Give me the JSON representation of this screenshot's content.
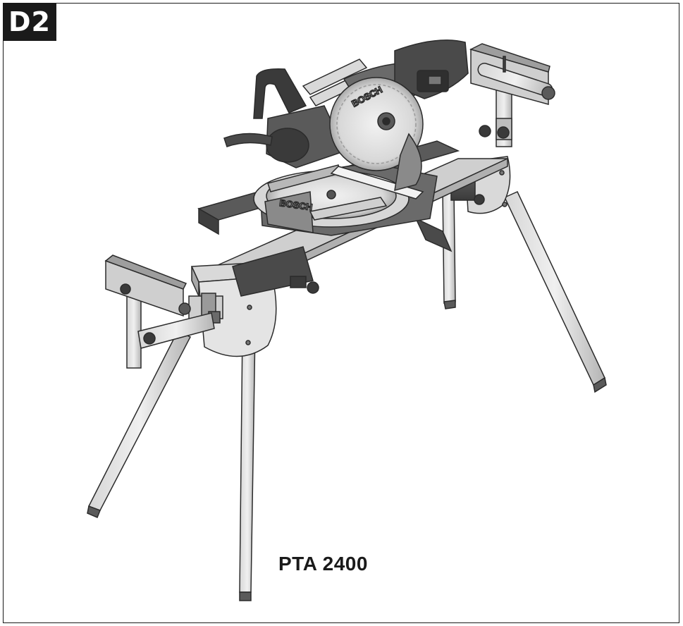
{
  "figure": {
    "tag": "D2",
    "model": "PTA 2400"
  },
  "illustration": {
    "subject": "mitre saw mounted on folding work stand",
    "brand_marks": [
      "BOSCH",
      "BOSCH"
    ],
    "colors": {
      "frame": "#1a1a1a",
      "metal_light": "#e2e2e2",
      "metal_mid": "#bdbdbd",
      "metal_dark": "#8c8c8c",
      "plastic_dark": "#4a4a4a",
      "outline": "#2b2b2b"
    }
  }
}
